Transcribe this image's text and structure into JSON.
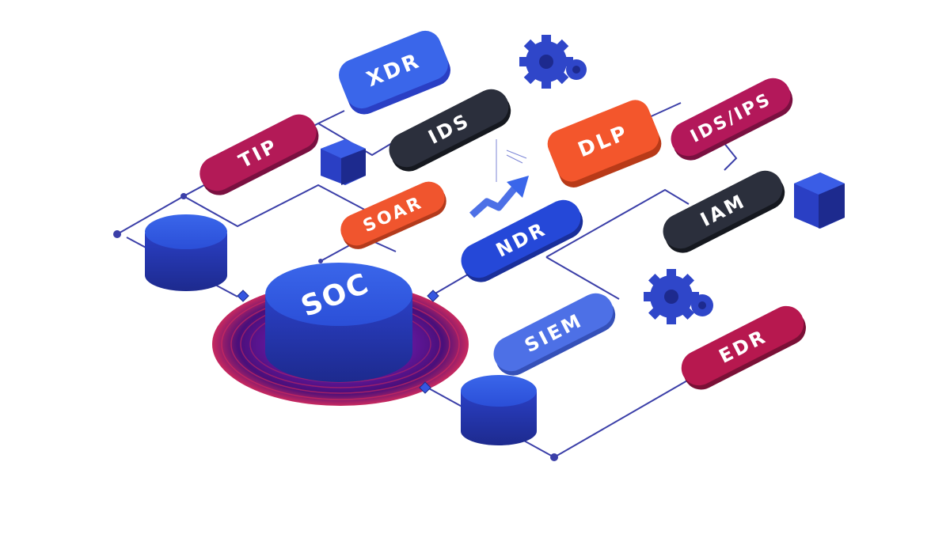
{
  "diagram": {
    "center": {
      "label": "SOC",
      "color": "#2f4fd6"
    },
    "nodes": [
      {
        "id": "xdr",
        "label": "XDR",
        "color": "#2f5fe0"
      },
      {
        "id": "tip",
        "label": "TIP",
        "color": "#b31a57"
      },
      {
        "id": "ids",
        "label": "IDS",
        "color": "#2b2f3c"
      },
      {
        "id": "soar",
        "label": "SOAR",
        "color": "#f0552e"
      },
      {
        "id": "dlp",
        "label": "DLP",
        "color": "#f3562c"
      },
      {
        "id": "ids-ips",
        "label": "IDS/IPS",
        "color": "#b3185a"
      },
      {
        "id": "iam",
        "label": "IAM",
        "color": "#2b2f3c"
      },
      {
        "id": "ndr",
        "label": "NDR",
        "color": "#2548d8"
      },
      {
        "id": "siem",
        "label": "SIEM",
        "color": "#4d70e6"
      },
      {
        "id": "edr",
        "label": "EDR",
        "color": "#b7184f"
      }
    ],
    "colors": {
      "connector": "#3b3fa8",
      "cylinder": "#2a3fc4",
      "gear": "#2f46c9",
      "ring": "#c8285f"
    },
    "icons": [
      "gear-icon",
      "gear-icon",
      "trend-arrow-icon",
      "cube-icon",
      "cube-icon"
    ]
  }
}
